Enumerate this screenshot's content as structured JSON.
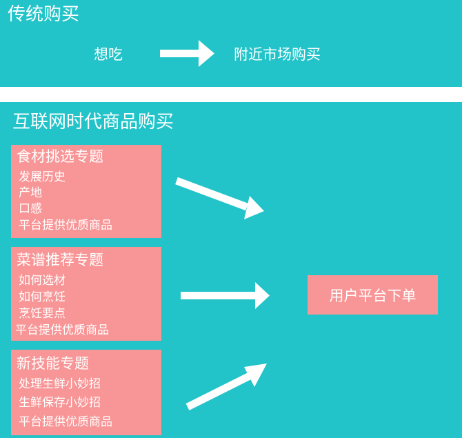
{
  "traditional": {
    "title": "传统购买",
    "from": "想吃",
    "to": "附近市场购买"
  },
  "internet": {
    "title": "互联网时代商品购买",
    "boxes": [
      {
        "title": "食材挑选专题",
        "items": [
          "发展历史",
          "产地",
          "口感",
          "平台提供优质商品"
        ]
      },
      {
        "title": "菜谱推荐专题",
        "items": [
          "如何选材",
          "如何烹饪",
          "烹饪要点",
          "平台提供优质商品"
        ]
      },
      {
        "title": "新技能专题",
        "items": [
          "处理生鲜小妙招",
          "生鲜保存小妙招",
          "平台提供优质商品"
        ]
      }
    ],
    "target": "用户平台下单"
  },
  "colors": {
    "panel": "#22c4c9",
    "box": "#f89596",
    "text": "#ffffff",
    "divider": "#ffffff"
  }
}
